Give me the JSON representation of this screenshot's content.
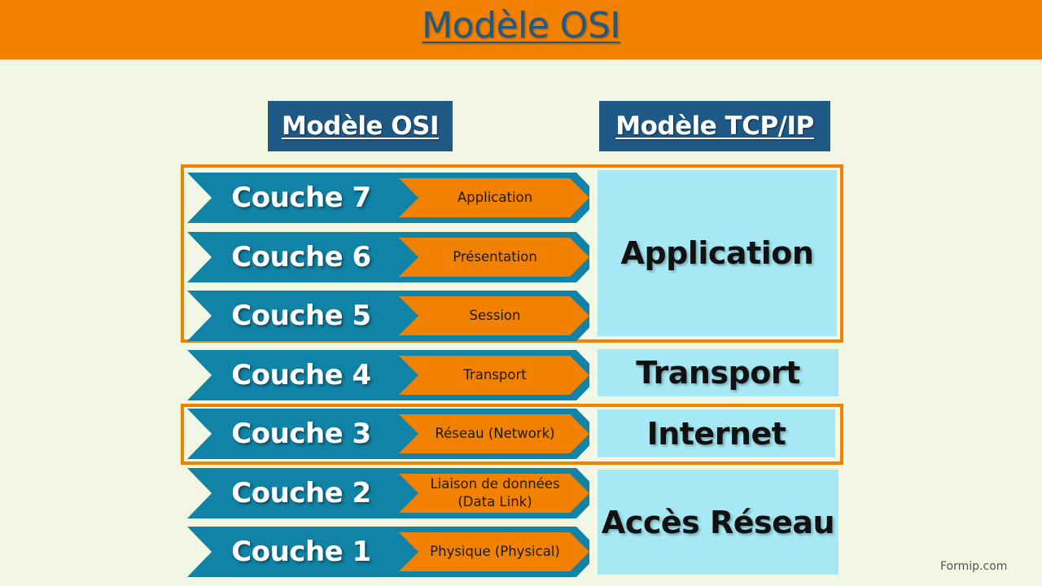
{
  "title": "Modèle OSI",
  "osi_header": "Modèle OSI",
  "tcp_header": "Modèle TCP/IP",
  "layers": [
    {
      "label": "Couche 7",
      "name": "Application"
    },
    {
      "label": "Couche 6",
      "name": "Présentation"
    },
    {
      "label": "Couche 5",
      "name": "Session"
    },
    {
      "label": "Couche 4",
      "name": "Transport"
    },
    {
      "label": "Couche 3",
      "name": "Réseau (Network)"
    },
    {
      "label": "Couche 2",
      "name": "Liaison de données\n(Data Link)"
    },
    {
      "label": "Couche 1",
      "name": "Physique (Physical)"
    }
  ],
  "tcp_layers": [
    "Application",
    "Transport",
    "Internet",
    "Accès Réseau"
  ],
  "footer": "Formip.com",
  "colors": {
    "top_bar": "#F28100",
    "header_bg": "#1F5A87",
    "layer_chevron": "#1183A6",
    "name_chevron": "#F28100",
    "tcp_box": "#A6E9F4",
    "background": "#F1F7E2"
  }
}
